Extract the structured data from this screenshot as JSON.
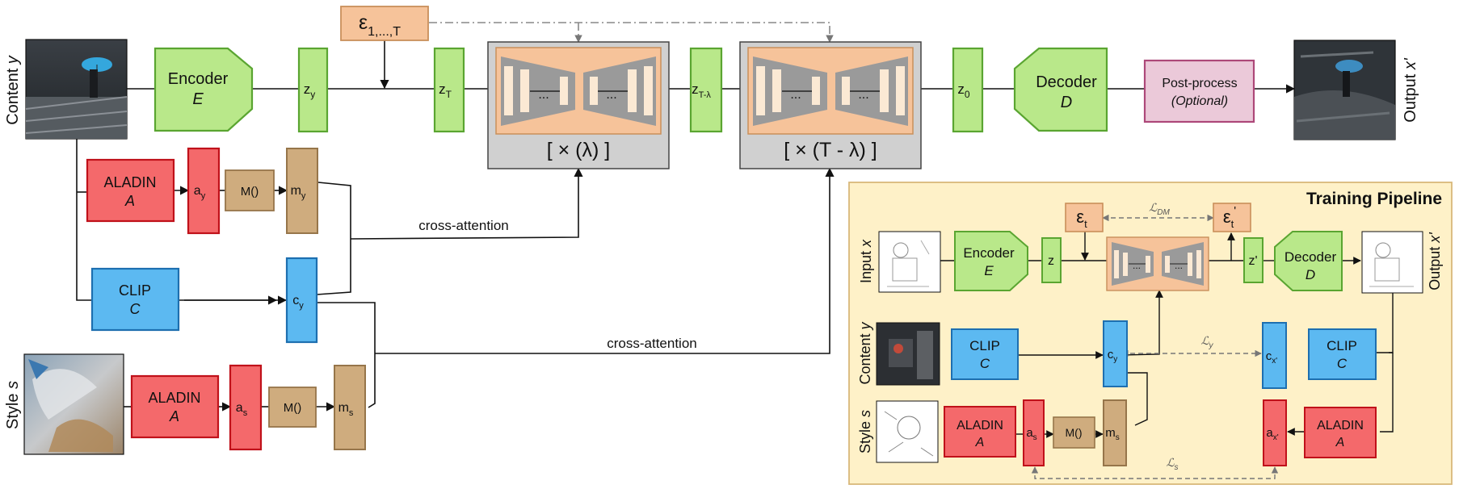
{
  "main": {
    "content_label": "Content ",
    "content_var": "y",
    "style_label": "Style ",
    "style_var": "s",
    "output_label": "Output ",
    "output_var": "x'",
    "encoder": {
      "title": "Encoder",
      "var": "E"
    },
    "decoder": {
      "title": "Decoder",
      "var": "D"
    },
    "zy": {
      "base": "z",
      "sub": "y"
    },
    "zT": {
      "base": "z",
      "sub": "T"
    },
    "zTl": {
      "base": "z",
      "sub": "T-λ"
    },
    "z0": {
      "base": "z",
      "sub": "0"
    },
    "eps": {
      "base": "ε",
      "sub": "1,...,T"
    },
    "unet1_label": "[ × (λ) ]",
    "unet2_label": "[ × (T - λ) ]",
    "dots": "...",
    "postprocess": {
      "title": "Post-process",
      "sub": "(Optional)"
    },
    "aladin_top": {
      "title": "ALADIN",
      "var": "A"
    },
    "ay": {
      "base": "a",
      "sub": "y"
    },
    "M_top": "M()",
    "my": {
      "base": "m",
      "sub": "y"
    },
    "clip": {
      "title": "CLIP",
      "var": "C"
    },
    "cy": {
      "base": "c",
      "sub": "y"
    },
    "cross_attention_1": "cross-attention",
    "cross_attention_2": "cross-attention",
    "aladin_bottom": {
      "title": "ALADIN",
      "var": "A"
    },
    "as": {
      "base": "a",
      "sub": "s"
    },
    "M_bottom": "M()",
    "ms": {
      "base": "m",
      "sub": "s"
    }
  },
  "training": {
    "title": "Training Pipeline",
    "input_label": "Input ",
    "input_var": "x",
    "content_label": "Content ",
    "content_var": "y",
    "style_label": "Style ",
    "style_var": "s",
    "output_label": "Output ",
    "output_var": "x'",
    "encoder": {
      "title": "Encoder",
      "var": "E"
    },
    "decoder": {
      "title": "Decoder",
      "var": "D"
    },
    "z": "z",
    "z_prime": "z'",
    "eps_t": {
      "base": "ε",
      "sub": "t"
    },
    "eps_t_prime": {
      "base": "ε",
      "sub": "t",
      "sup": "'"
    },
    "loss_dm": {
      "base": "ℒ",
      "sub": "DM"
    },
    "loss_y": {
      "base": "ℒ",
      "sub": "y"
    },
    "loss_s": {
      "base": "ℒ",
      "sub": "s"
    },
    "clip_left": {
      "title": "CLIP",
      "var": "C"
    },
    "clip_right": {
      "title": "CLIP",
      "var": "C"
    },
    "cy": {
      "base": "c",
      "sub": "y"
    },
    "cx": {
      "base": "c",
      "sub": "x'"
    },
    "aladin_left": {
      "title": "ALADIN",
      "var": "A"
    },
    "aladin_right": {
      "title": "ALADIN",
      "var": "A"
    },
    "as": {
      "base": "a",
      "sub": "s"
    },
    "ax": {
      "base": "a",
      "sub": "x'"
    },
    "M": "M()",
    "ms": {
      "base": "m",
      "sub": "s"
    },
    "dots": "..."
  },
  "colors": {
    "green_fill": "#b9e88a",
    "green_stroke": "#5aa531",
    "red_fill": "#f4696b",
    "red_stroke": "#c0111a",
    "blue_fill": "#5cb9f1",
    "blue_stroke": "#1d6fb0",
    "tan_fill": "#cfac7e",
    "tan_stroke": "#96754a",
    "orange_fill": "#f6c39a",
    "orange_stroke": "#c98f5b",
    "pink_fill": "#ebc9d9",
    "pink_stroke": "#ad4879",
    "grey_box": "#d0d0d0",
    "training_bg": "#fef1c8",
    "training_stroke": "#d8b87a"
  }
}
